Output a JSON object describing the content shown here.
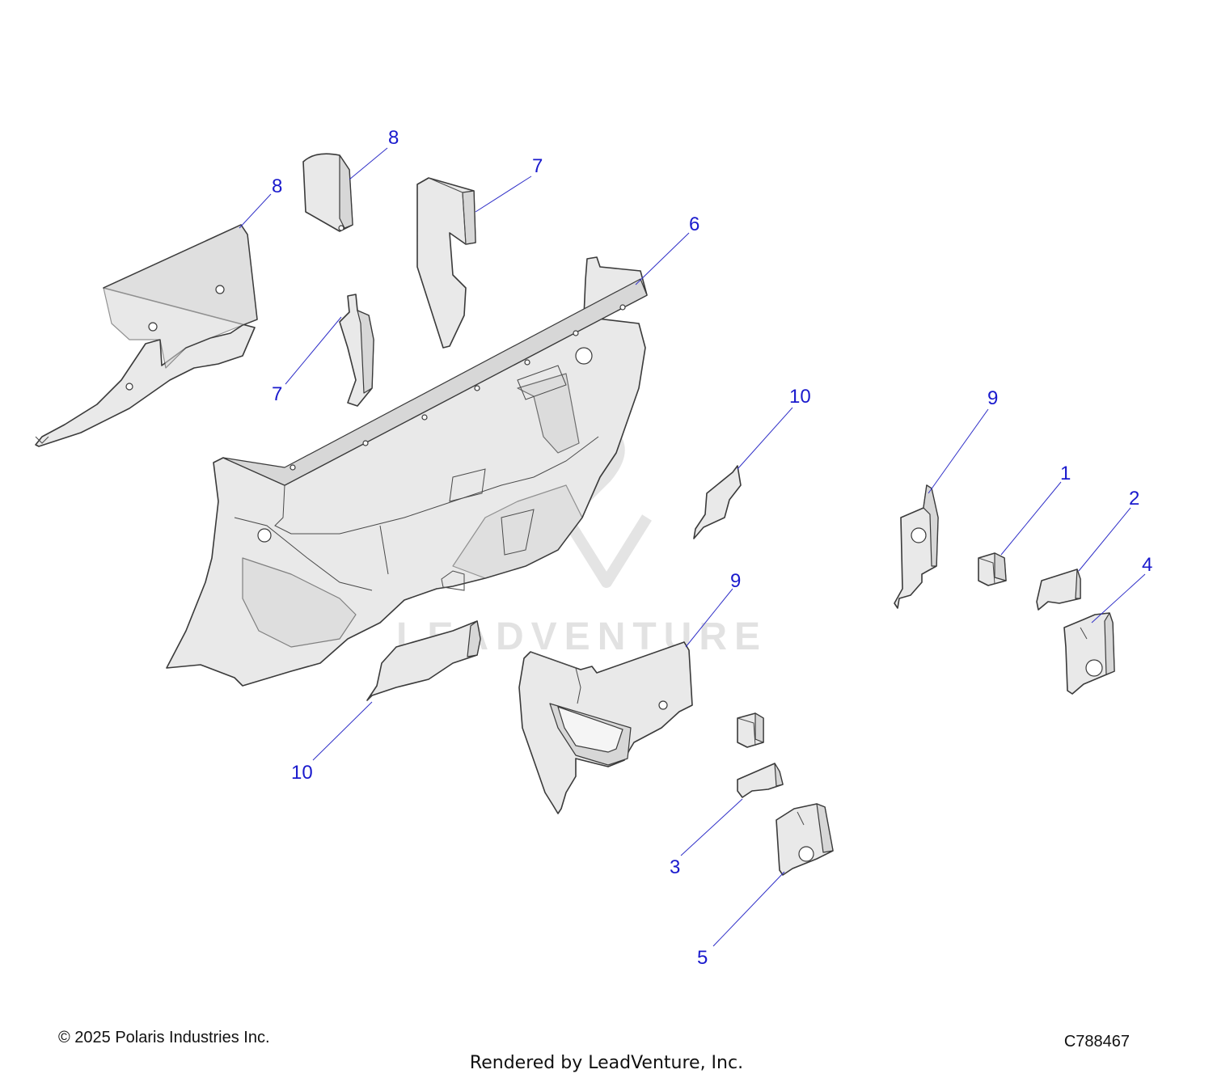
{
  "watermark": {
    "text": "LEADVENTURE",
    "logo_icon": "leadventure-logo-icon"
  },
  "callouts": [
    {
      "id": "c8a",
      "label": "8"
    },
    {
      "id": "c8b",
      "label": "8"
    },
    {
      "id": "c7a",
      "label": "7"
    },
    {
      "id": "c7b",
      "label": "7"
    },
    {
      "id": "c6",
      "label": "6"
    },
    {
      "id": "c10a",
      "label": "10"
    },
    {
      "id": "c10b",
      "label": "10"
    },
    {
      "id": "c9a",
      "label": "9"
    },
    {
      "id": "c9b",
      "label": "9"
    },
    {
      "id": "c1",
      "label": "1"
    },
    {
      "id": "c2",
      "label": "2"
    },
    {
      "id": "c3",
      "label": "3"
    },
    {
      "id": "c4",
      "label": "4"
    },
    {
      "id": "c5",
      "label": "5"
    }
  ],
  "footer": {
    "copyright": "© 2025 Polaris Industries Inc.",
    "drawing_number": "C788467",
    "rendered_by": "Rendered by LeadVenture, Inc."
  },
  "colors": {
    "callout": "#1a1acd",
    "part_fill": "#e9e9e9",
    "outline": "#3a3a3a"
  }
}
